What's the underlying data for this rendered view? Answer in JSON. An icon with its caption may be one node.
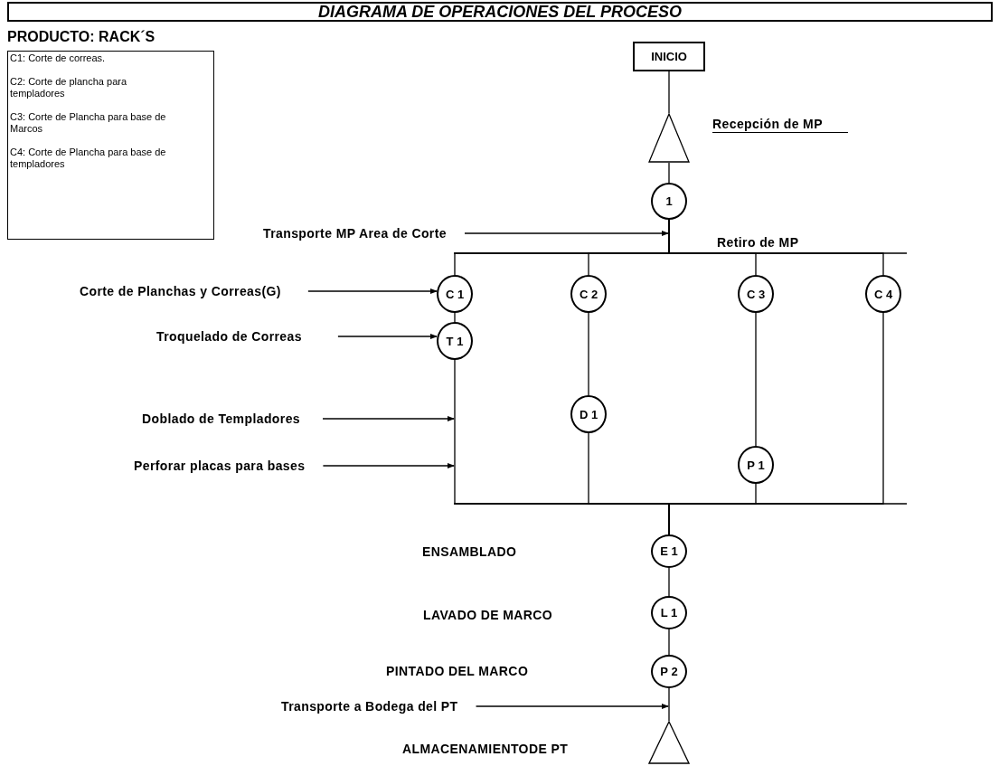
{
  "diagram": {
    "title": "DIAGRAMA DE OPERACIONES DEL PROCESO",
    "nodes": [
      {
        "text": [
          "C1: Corte de correas.",
          "C2: Corte de plancha para templadores",
          "C3: Corte de Plancha para base de Marcos",
          "C4: Corte de Plancha para base de templadores"
        ]
      },
      {
        "text": [
          "INICIO"
        ]
      },
      {
        "text": [],
        "shape": "triangle",
        "beside": [
          "Recepción de MP"
        ]
      },
      {
        "text": [
          "1"
        ],
        "beside": [
          "Retiro de MP"
        ]
      },
      {
        "text": [
          "Transporte MP Area de Corte"
        ]
      },
      {
        "text": [
          "Corte de Planchas y Correas(G)"
        ]
      },
      {
        "text": [
          "C 1"
        ]
      },
      {
        "text": [
          "C 2"
        ]
      },
      {
        "text": [
          "C 3"
        ]
      },
      {
        "text": [
          "C 4"
        ]
      },
      {
        "text": [
          "Troquelado de Correas"
        ]
      },
      {
        "text": [
          "T 1"
        ]
      },
      {
        "text": [
          "Doblado de Templadores"
        ]
      },
      {
        "text": [
          "D 1"
        ]
      },
      {
        "text": [
          "Perforar placas para bases"
        ]
      },
      {
        "text": [
          "P 1"
        ]
      },
      {
        "text": [
          "E 1"
        ]
      },
      {
        "text": [
          "L 1"
        ]
      },
      {
        "text": [
          "P 2"
        ]
      },
      {
        "text": [
          "Transporte a Bodega del PT"
        ]
      },
      {
        "text": [],
        "shape": "triangle"
      }
    ],
    "edges": [
      {
        "from": 1,
        "to": 2,
        "arrow": "none"
      },
      {
        "from": 2,
        "to": 3,
        "arrow": "none"
      },
      {
        "from": 4,
        "to": 3,
        "arrow": "to"
      },
      {
        "from": 3,
        "to": 6,
        "arrow": "none"
      },
      {
        "from": 3,
        "to": 7,
        "arrow": "none"
      },
      {
        "from": 3,
        "to": 8,
        "arrow": "none"
      },
      {
        "from": 3,
        "to": 9,
        "arrow": "none"
      },
      {
        "from": 5,
        "to": 6,
        "arrow": "to"
      },
      {
        "from": 6,
        "to": 11,
        "arrow": "none"
      },
      {
        "from": 10,
        "to": 11,
        "arrow": "to"
      },
      {
        "from": 12,
        "to": null,
        "arrow": "to"
      },
      {
        "from": 7,
        "to": 13,
        "arrow": "none"
      },
      {
        "from": 14,
        "to": null,
        "arrow": "to"
      },
      {
        "from": 8,
        "to": 15,
        "arrow": "none"
      },
      {
        "from": 11,
        "to": 16,
        "arrow": "none"
      },
      {
        "from": 13,
        "to": 16,
        "arrow": "none"
      },
      {
        "from": 15,
        "to": 16,
        "arrow": "none"
      },
      {
        "from": 9,
        "to": 16,
        "arrow": "none"
      },
      {
        "from": 16,
        "to": 17,
        "arrow": "none"
      },
      {
        "from": 17,
        "to": 18,
        "arrow": "none"
      },
      {
        "from": 19,
        "to": 20,
        "arrow": "to"
      },
      {
        "from": 18,
        "to": 20,
        "arrow": "none"
      }
    ],
    "labels": [
      "PRODUCTO: RACK´S",
      "ENSAMBLADO",
      "LAVADO DE MARCO",
      "PINTADO DEL MARCO",
      "ALMACENAMIENTODE PT"
    ]
  }
}
